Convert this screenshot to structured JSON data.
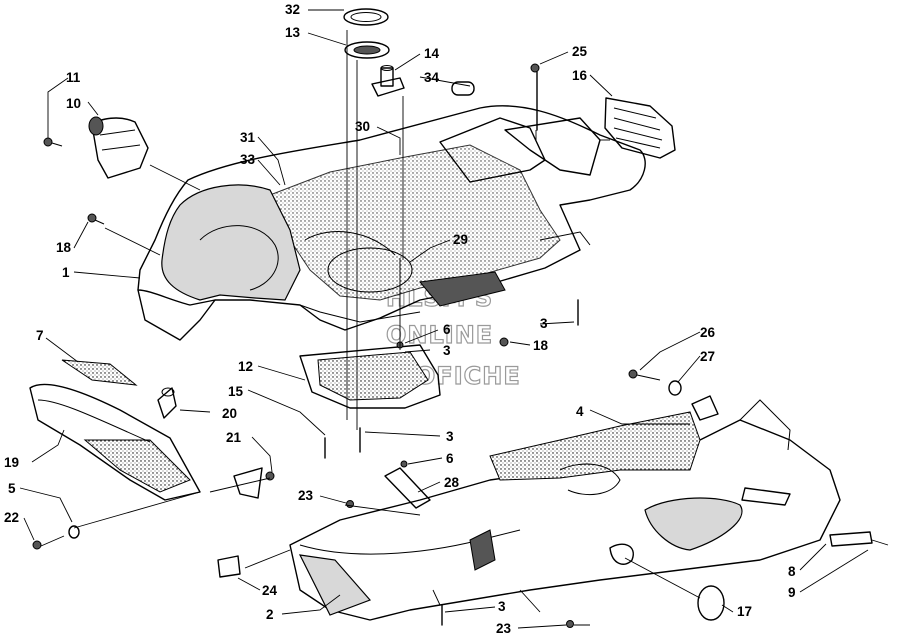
{
  "watermark": {
    "line1": "HLSM'S",
    "line2": "ONLINE",
    "line3": "MICROFICHE"
  },
  "callouts": {
    "c32": "32",
    "c13": "13",
    "c14": "14",
    "c34": "34",
    "c25": "25",
    "c16": "16",
    "c11": "11",
    "c10": "10",
    "c31": "31",
    "c33": "33",
    "c30": "30",
    "c18a": "18",
    "c29": "29",
    "c1": "1",
    "c3a": "3",
    "c6a": "6",
    "c3b": "3",
    "c18b": "18",
    "c7": "7",
    "c12": "12",
    "c26": "26",
    "c27": "27",
    "c15": "15",
    "c20": "20",
    "c4": "4",
    "c19": "19",
    "c21": "21",
    "c3c": "3",
    "c6b": "6",
    "c5": "5",
    "c28": "28",
    "c23a": "23",
    "c22": "22",
    "c24": "24",
    "c8": "8",
    "c9": "9",
    "c2": "2",
    "c3d": "3",
    "c17": "17",
    "c23b": "23"
  }
}
